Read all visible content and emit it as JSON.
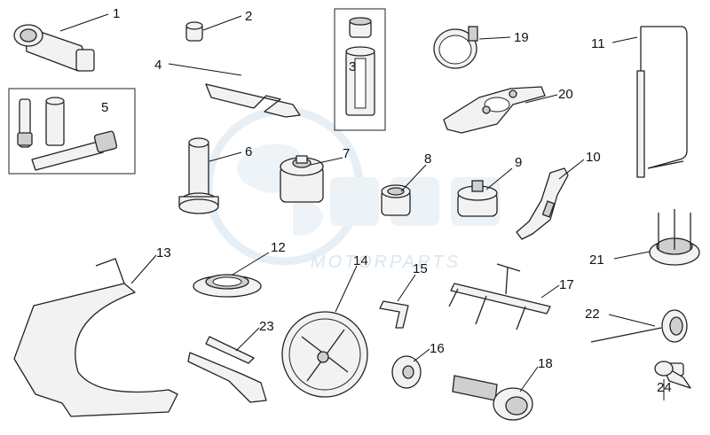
{
  "watermark": {
    "text": "MOTORPARTS",
    "color": "#dbe6ee"
  },
  "callouts": {
    "c1": "1",
    "c2": "2",
    "c3": "3",
    "c4": "4",
    "c5": "5",
    "c6": "6",
    "c7": "7",
    "c8": "8",
    "c9": "9",
    "c10": "10",
    "c11": "11",
    "c12": "12",
    "c13": "13",
    "c14": "14",
    "c15": "15",
    "c16": "16",
    "c17": "17",
    "c18": "18",
    "c19": "19",
    "c20": "20",
    "c21": "21",
    "c22": "22",
    "c23": "23",
    "c24": "24"
  }
}
